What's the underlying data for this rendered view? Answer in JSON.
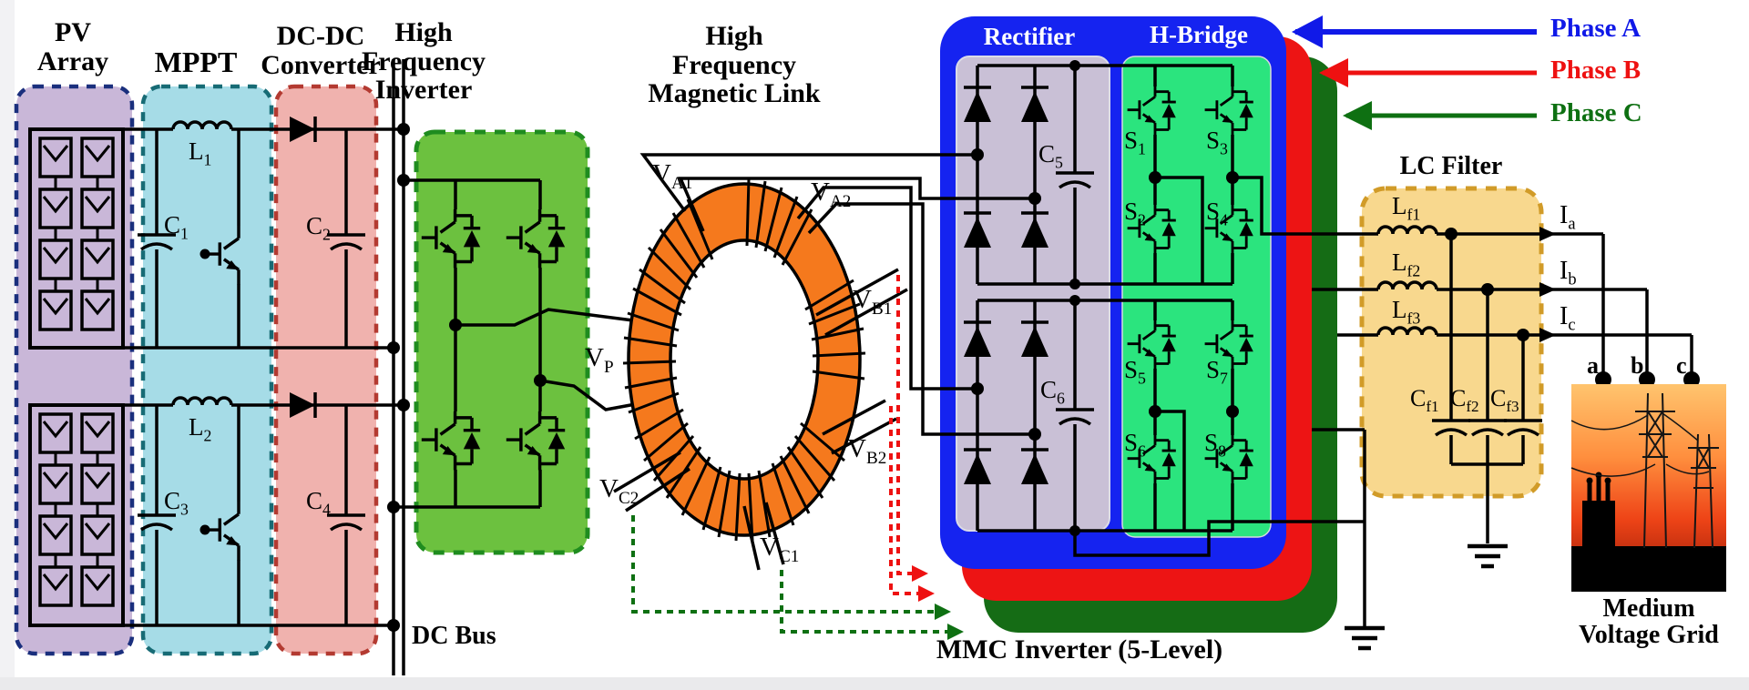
{
  "sections": {
    "pv_array": {
      "title_line1": "PV",
      "title_line2": "Array"
    },
    "mppt": {
      "title": "MPPT"
    },
    "dc_dc_converter": {
      "title_line1": "DC-DC",
      "title_line2": "Converter"
    },
    "hf_inverter": {
      "title_line1": "High",
      "title_line2": "Frequency",
      "title_line3": "Inverter"
    },
    "magnetic_link": {
      "title_line1": "High",
      "title_line2": "Frequency",
      "title_line3": "Magnetic Link"
    },
    "mmc_inverter": {
      "rectifier_title": "Rectifier",
      "h_bridge_title": "H-Bridge",
      "caption": "MMC Inverter (5-Level)"
    },
    "dc_bus": {
      "label": "DC Bus"
    },
    "lc_filter": {
      "title": "LC Filter"
    },
    "grid": {
      "title_line1": "Medium",
      "title_line2": "Voltage Grid"
    }
  },
  "phase_inputs": [
    {
      "label": "Phase A",
      "color": "#1019e8"
    },
    {
      "label": "Phase B",
      "color": "#ee1111"
    },
    {
      "label": "Phase C",
      "color": "#0e7012"
    }
  ],
  "components": {
    "l1": {
      "main": "L",
      "sub": "1"
    },
    "c1": {
      "main": "C",
      "sub": "1"
    },
    "c2": {
      "main": "C",
      "sub": "2"
    },
    "l2": {
      "main": "L",
      "sub": "2"
    },
    "c3": {
      "main": "C",
      "sub": "3"
    },
    "c4": {
      "main": "C",
      "sub": "4"
    },
    "c5": {
      "main": "C",
      "sub": "5"
    },
    "c6": {
      "main": "C",
      "sub": "6"
    },
    "s1": {
      "main": "S",
      "sub": "1"
    },
    "s2": {
      "main": "S",
      "sub": "2"
    },
    "s3": {
      "main": "S",
      "sub": "3"
    },
    "s4": {
      "main": "S",
      "sub": "4"
    },
    "s5": {
      "main": "S",
      "sub": "5"
    },
    "s6": {
      "main": "S",
      "sub": "6"
    },
    "s7": {
      "main": "S",
      "sub": "7"
    },
    "s8": {
      "main": "S",
      "sub": "8"
    },
    "va1": {
      "main": "V",
      "sub": "A1"
    },
    "va2": {
      "main": "V",
      "sub": "A2"
    },
    "vb1": {
      "main": "V",
      "sub": "B1"
    },
    "vb2": {
      "main": "V",
      "sub": "B2"
    },
    "vc1": {
      "main": "V",
      "sub": "C1"
    },
    "vc2": {
      "main": "V",
      "sub": "C2"
    },
    "vp": {
      "main": "V",
      "sub": "P"
    },
    "lf1": {
      "main": "L",
      "sub": "f1"
    },
    "lf2": {
      "main": "L",
      "sub": "f2"
    },
    "lf3": {
      "main": "L",
      "sub": "f3"
    },
    "cf1": {
      "main": "C",
      "sub": "f1"
    },
    "cf2": {
      "main": "C",
      "sub": "f2"
    },
    "cf3": {
      "main": "C",
      "sub": "f3"
    },
    "ia": {
      "main": "I",
      "sub": "a"
    },
    "ib": {
      "main": "I",
      "sub": "b"
    },
    "ic": {
      "main": "I",
      "sub": "c"
    }
  },
  "grid_terminals": {
    "a": "a",
    "b": "b",
    "c": "c"
  },
  "colors": {
    "pv_fill": "#c9b7d8",
    "pv_border": "#1a2f7d",
    "mppt_fill": "#a6dce7",
    "mppt_border": "#176b75",
    "dcdc_fill": "#f0b2ae",
    "dcdc_border": "#b33a31",
    "hf_inverter_fill": "#6cc13f",
    "hf_inverter_border": "#1f8c1f",
    "core_fill": "#f5791d",
    "phase_a_box": "#1523f0",
    "phase_b_box": "#ed1414",
    "phase_c_box": "#156c15",
    "rectifier_fill": "#c9c0d6",
    "h_bridge_fill": "#2be47e",
    "lc_fill": "#f8d88e",
    "lc_border": "#d19b28"
  }
}
